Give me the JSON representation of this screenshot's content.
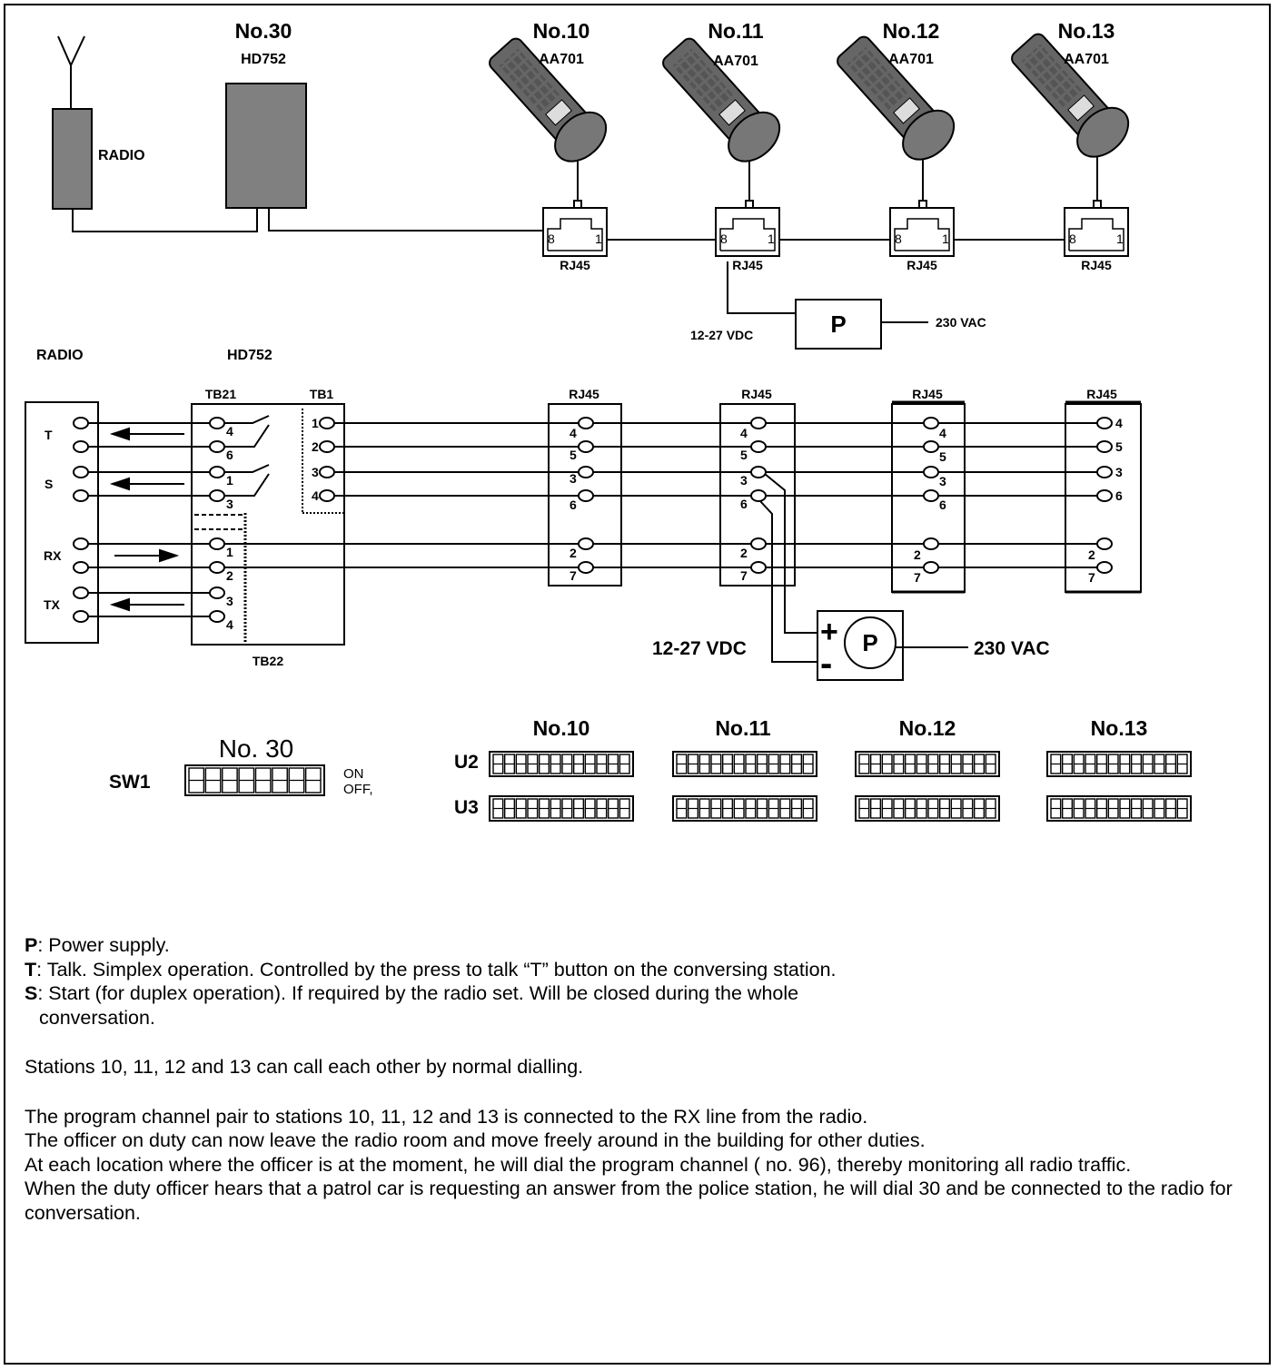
{
  "top": {
    "radio": "RADIO",
    "hd_no": "No.30",
    "hd_model": "HD752",
    "stations": [
      {
        "no": "No.10",
        "model": "AA701"
      },
      {
        "no": "No.11",
        "model": "AA701"
      },
      {
        "no": "No.12",
        "model": "AA701"
      },
      {
        "no": "No.13",
        "model": "AA701"
      }
    ],
    "rj45": "RJ45",
    "jack_pin8": "8",
    "jack_pin1": "1",
    "psu": "P",
    "vdc": "12-27 VDC",
    "vac": "230 VAC"
  },
  "wiring": {
    "radio": "RADIO",
    "hd752": "HD752",
    "tb21": "TB21",
    "tb1": "TB1",
    "tb22": "TB22",
    "rj45": "RJ45",
    "radio_t": "T",
    "radio_s": "S",
    "radio_rx": "RX",
    "radio_tx": "TX",
    "tb21_pins": [
      "4",
      "6",
      "1",
      "3"
    ],
    "tb1_pins": [
      "1",
      "2",
      "3",
      "4"
    ],
    "tb22_pins": [
      "1",
      "2",
      "3",
      "4"
    ],
    "rj_pins": [
      "4",
      "5",
      "3",
      "6",
      "2",
      "7"
    ],
    "plus": "+",
    "minus": "-",
    "psu": "P",
    "vdc": "12-27 VDC",
    "vac": "230 VAC"
  },
  "switches": {
    "sw1_station": "No. 30",
    "sw1_label": "SW1",
    "on": "ON",
    "off": "OFF,",
    "u2": "U2",
    "u3": "U3",
    "stations": [
      "No.10",
      "No.11",
      "No.12",
      "No.13"
    ]
  },
  "notes": {
    "p_key": "P",
    "p_text": ":  Power supply.",
    "t_key": "T",
    "t_text": ":  Talk.  Simplex operation.  Controlled by the press to talk “T” button on the conversing station.",
    "s_key": "S",
    "s_text": ":  Start (for duplex operation). If required by the radio set.  Will be closed during the whole",
    "s_text_2": "conversation.",
    "para1": "Stations 10, 11, 12  and 13 can call each other by normal dialling.",
    "para2": [
      "The program channel pair to stations 10, 11, 12 and 13  is connected to the RX line from the radio.",
      "The officer on duty can now leave the radio room and move freely around in the building for other duties.",
      "At each location where the  officer is at the moment, he will dial the program channel ( no. 96), thereby monitoring all radio traffic.",
      "When the duty officer hears that a patrol car is requesting an answer from the police station, he will dial 30 and be connected to the radio for conversation."
    ]
  }
}
